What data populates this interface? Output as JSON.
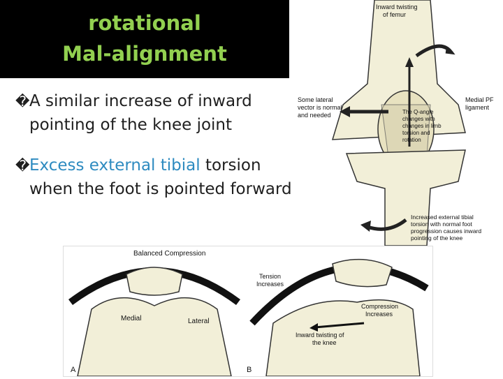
{
  "slide": {
    "title_line1": "rotational",
    "title_line2": "Mal-alignment",
    "bullets": [
      {
        "glyph": "�",
        "parts": [
          "A similar increase of inward pointing of the knee joint"
        ]
      },
      {
        "glyph": "�",
        "part_highlight": "Excess external tibial",
        "part_rest": " torsion when the foot is pointed forward"
      }
    ]
  },
  "figure_top": {
    "label_top": [
      "Inward twisting",
      "of femur"
    ],
    "label_left": [
      "Some lateral",
      "vector is normal",
      "and needed"
    ],
    "label_center": [
      "The Q-angle",
      "changes with",
      "changes in limb",
      "torsion and",
      "rotation"
    ],
    "label_right": [
      "Medial PF",
      "ligament"
    ],
    "label_bottom": [
      "Increased external tibial",
      "torsion with normal foot",
      "progression causes inward",
      "pointing of the knee"
    ]
  },
  "figure_bottom": {
    "label_balanced": "Balanced Compression",
    "label_medial": "Medial",
    "label_lateral": "Lateral",
    "label_tension": [
      "Tension",
      "Increases"
    ],
    "label_compression": [
      "Compression",
      "Increases"
    ],
    "label_inward": [
      "Inward twisting of",
      "the knee"
    ],
    "label_a": "A",
    "label_b": "B"
  },
  "colors": {
    "title_green": "#92d050",
    "highlight_blue": "#2e8bc0",
    "bone": "#f2efd8"
  }
}
